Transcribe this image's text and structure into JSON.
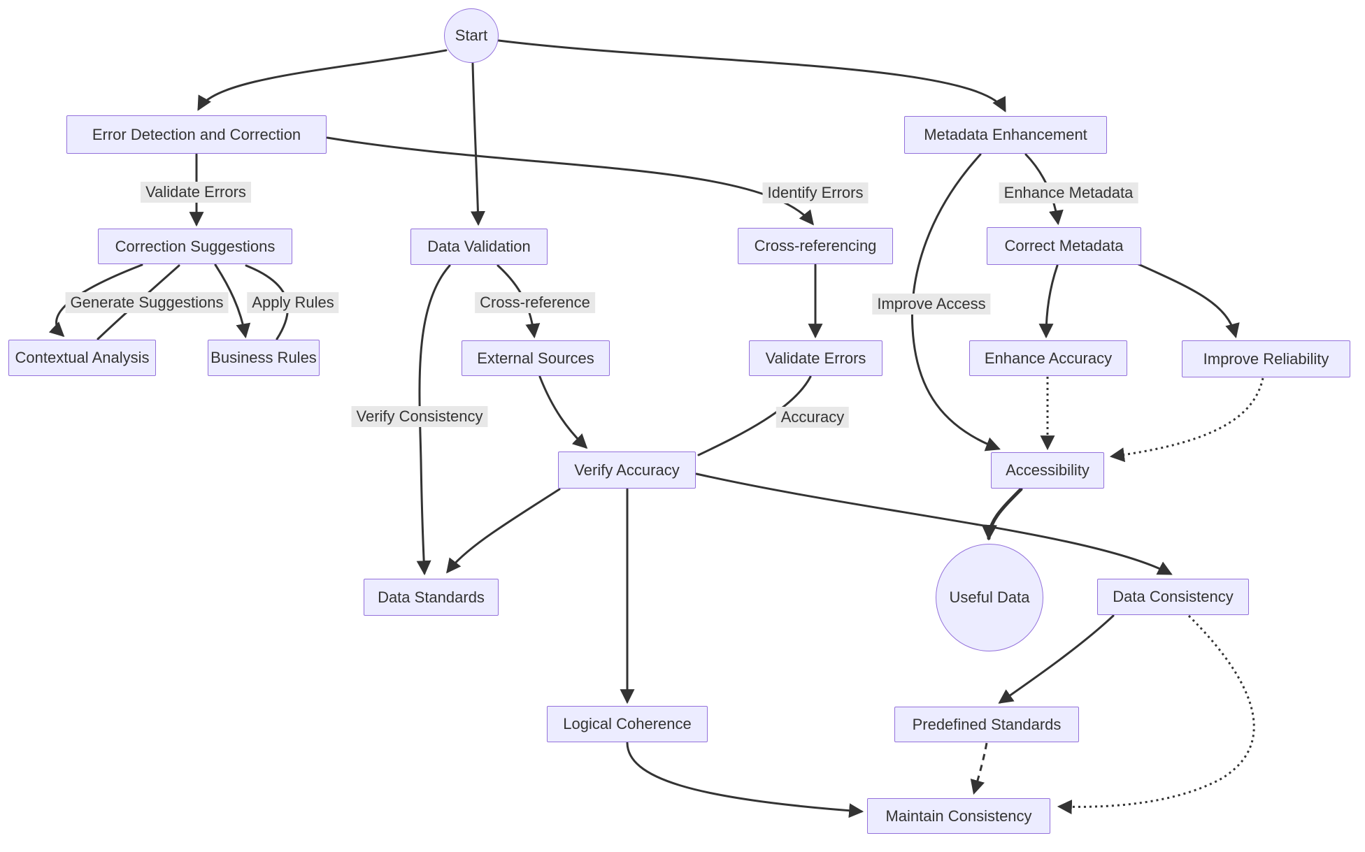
{
  "diagram": {
    "nodes": {
      "start": "Start",
      "error_detection": "Error Detection and Correction",
      "metadata_enhancement": "Metadata Enhancement",
      "correction_suggestions": "Correction Suggestions",
      "data_validation": "Data Validation",
      "cross_referencing": "Cross-referencing",
      "correct_metadata": "Correct Metadata",
      "contextual_analysis": "Contextual Analysis",
      "business_rules": "Business Rules",
      "external_sources": "External Sources",
      "validate_errors": "Validate Errors",
      "enhance_accuracy": "Enhance Accuracy",
      "improve_reliability": "Improve Reliability",
      "verify_accuracy": "Verify Accuracy",
      "accessibility": "Accessibility",
      "useful_data": "Useful Data",
      "data_consistency": "Data Consistency",
      "data_standards": "Data Standards",
      "logical_coherence": "Logical Coherence",
      "predefined_standards": "Predefined Standards",
      "maintain_consistency": "Maintain Consistency"
    },
    "edge_labels": {
      "validate_errors": "Validate Errors",
      "identify_errors": "Identify Errors",
      "enhance_metadata": "Enhance Metadata",
      "generate_suggestions": "Generate Suggestions",
      "apply_rules": "Apply Rules",
      "cross_reference": "Cross-reference",
      "improve_access": "Improve Access",
      "verify_consistency": "Verify Consistency",
      "accuracy": "Accuracy"
    },
    "colors": {
      "node_fill": "#ECECFF",
      "node_border": "#9370DB",
      "edge": "#333333",
      "edge_label_bg": "#e8e8e8",
      "text": "#333333",
      "background": "#ffffff"
    }
  }
}
